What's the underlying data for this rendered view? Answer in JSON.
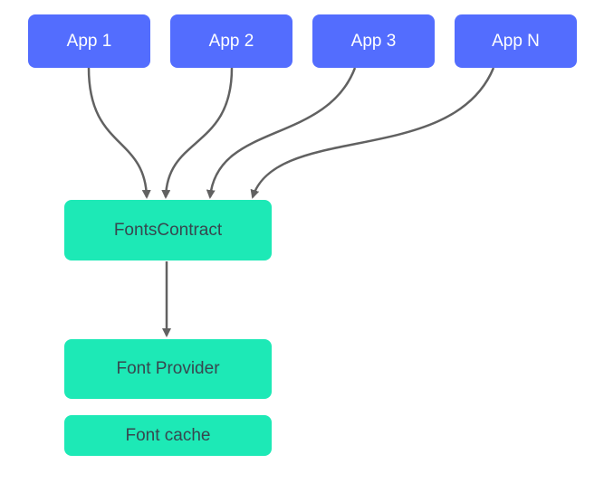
{
  "apps": [
    {
      "label": "App 1"
    },
    {
      "label": "App 2"
    },
    {
      "label": "App 3"
    },
    {
      "label": "App N"
    }
  ],
  "contract": {
    "label": "FontsContract"
  },
  "provider": {
    "label": "Font Provider"
  },
  "cache": {
    "label": "Font cache"
  },
  "colors": {
    "app_fill": "#536DFE",
    "app_text": "#FFFFFF",
    "node_fill": "#1DE9B6",
    "node_text": "#37474F",
    "arrow": "#616161"
  }
}
